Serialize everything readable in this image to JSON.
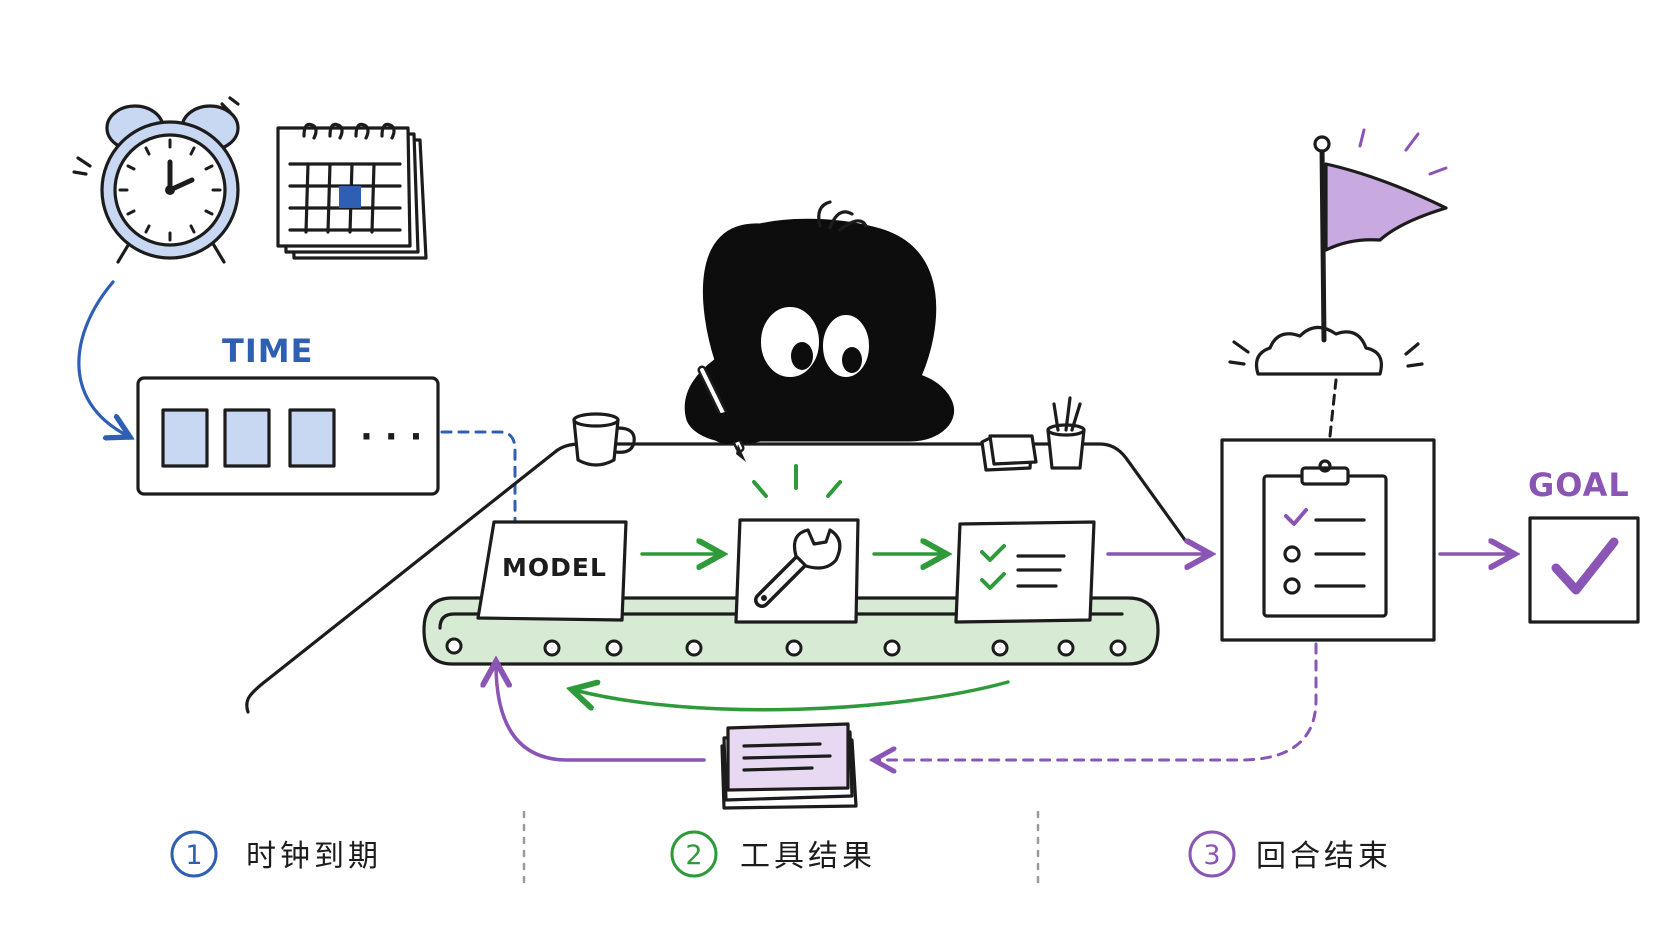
{
  "labels": {
    "time": "TIME",
    "goal": "GOAL",
    "model": "MODEL",
    "ellipsis": "· · ·"
  },
  "legend": [
    {
      "number": "1",
      "text": "时钟到期",
      "color": "#2f5fb3"
    },
    {
      "number": "2",
      "text": "工具结果",
      "color": "#2e9a3a"
    },
    {
      "number": "3",
      "text": "回合结束",
      "color": "#8a55b5"
    }
  ],
  "colors": {
    "blue": "#2f5fb3",
    "blue_light": "#c9d8f2",
    "green": "#2e9a3a",
    "green_light": "#d7ead3",
    "purple": "#8a55b5",
    "purple_light": "#c8a9e0",
    "ink": "#1c1c1c"
  },
  "icons": [
    "alarm-clock-icon",
    "calendar-icon",
    "wrench-icon",
    "checklist-icon",
    "clipboard-icon",
    "flag-icon",
    "checkmark-icon",
    "coffee-mug-icon",
    "pencil-cup-icon",
    "document-stack-icon"
  ]
}
